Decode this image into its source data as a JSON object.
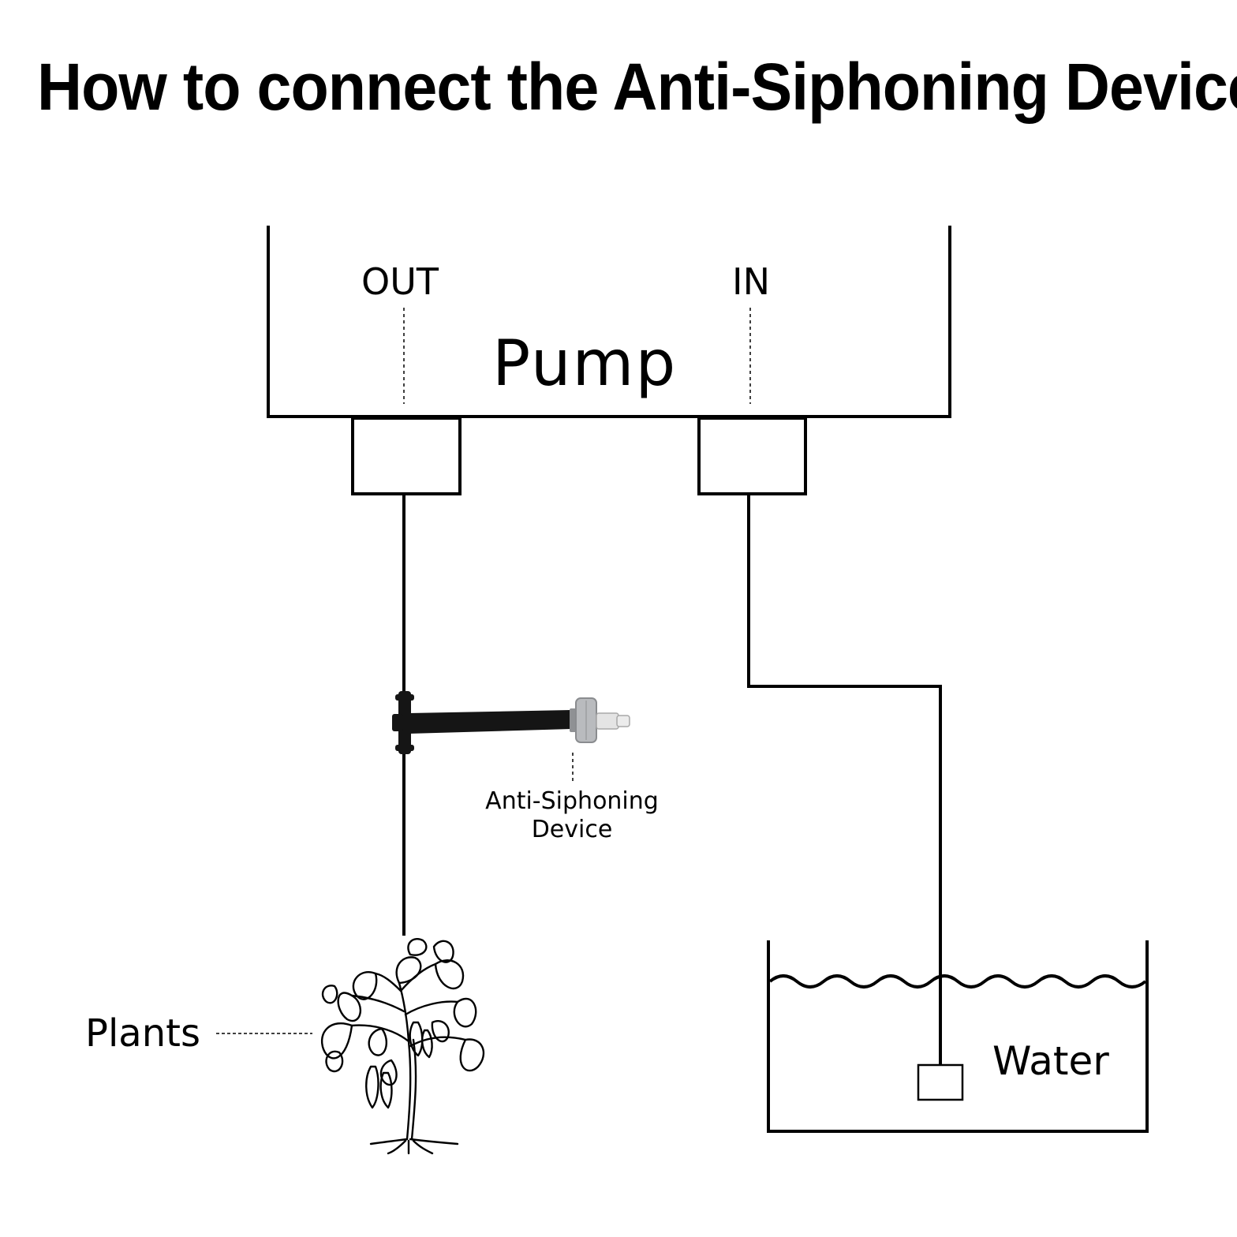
{
  "title": "How to connect the Anti-Siphoning Device?",
  "labels": {
    "out": "OUT",
    "in": "IN",
    "pump": "Pump",
    "device_line1": "Anti-Siphoning",
    "device_line2": "Device",
    "plants": "Plants",
    "water": "Water"
  },
  "colors": {
    "line": "#000000",
    "background": "#ffffff",
    "tube": "#151515",
    "valve": "#b9bbbe",
    "valve_nozzle": "#e4e4e4"
  },
  "icons": [
    "plant-icon",
    "anti-siphon-valve-icon",
    "water-pickup-filter-icon"
  ]
}
